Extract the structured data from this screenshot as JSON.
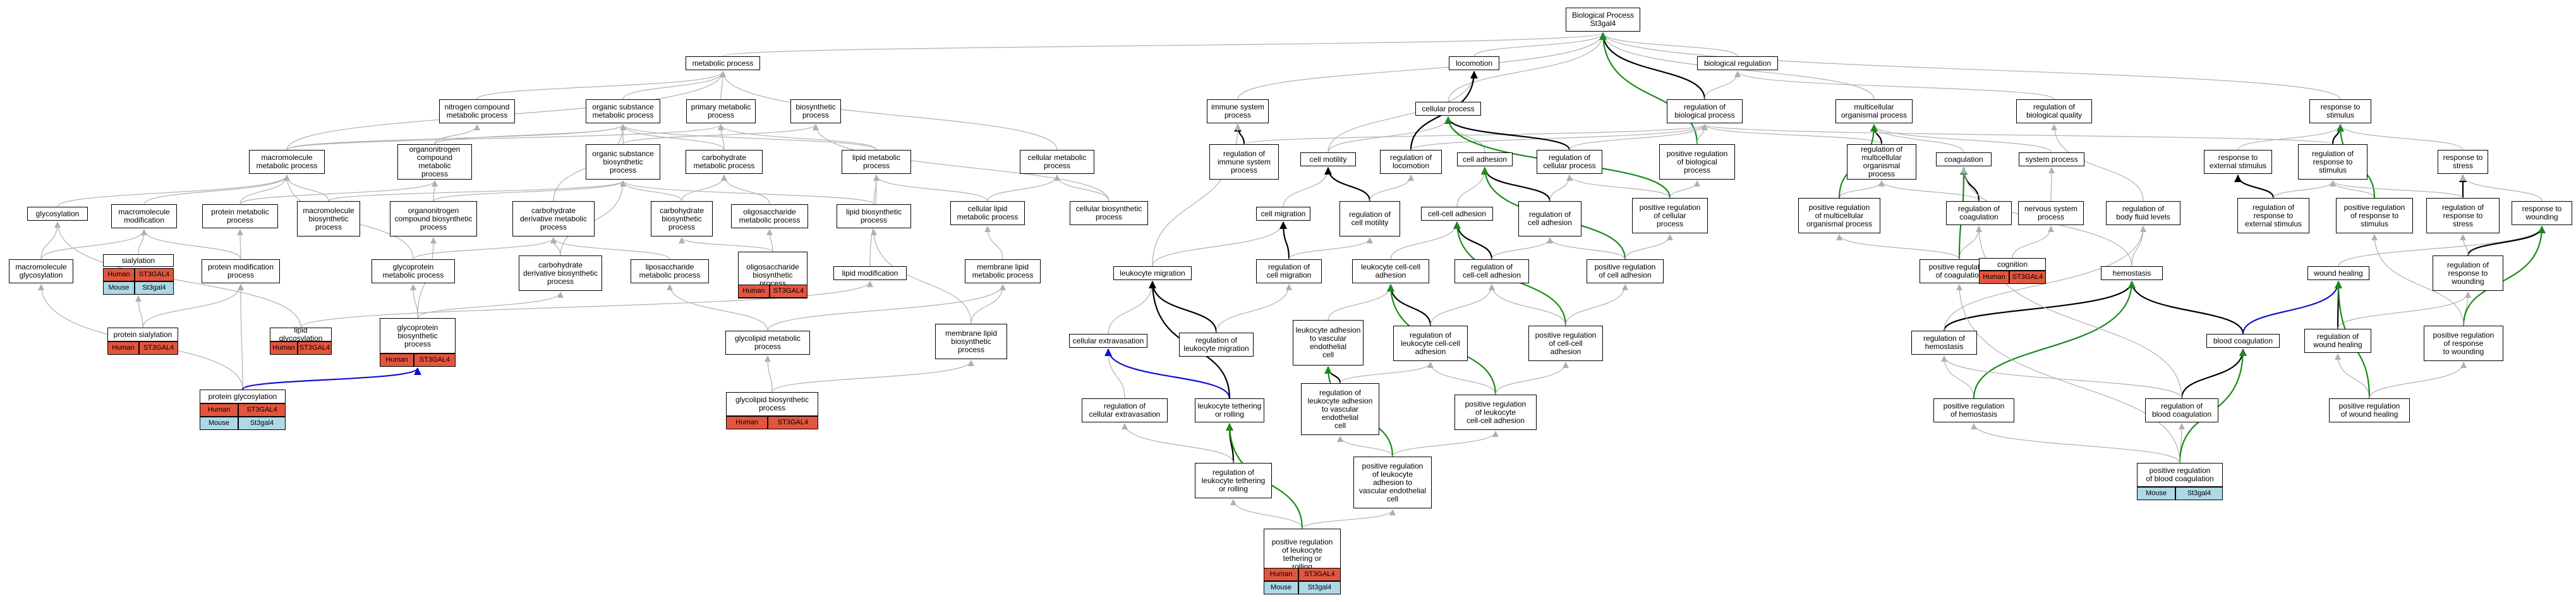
{
  "colors": {
    "human": "#e2553e",
    "mouse": "#add8e6",
    "edge_is_a": "#b0b0b0",
    "edge_part_of": "#000000",
    "edge_pos_reg": "#1a8a1a",
    "edge_neg_reg": "#1010d0",
    "border": "#000000"
  },
  "nodes": {
    "root": "Biological Process\nSt3gal4",
    "metabolic_process": "metabolic process",
    "locomotion": "locomotion",
    "biological_regulation": "biological regulation",
    "nitrogen_compound_mp": "nitrogen compound\nmetabolic process",
    "organic_substance_mp": "organic substance\nmetabolic process",
    "primary_mp": "primary metabolic\nprocess",
    "biosynthetic_process": "biosynthetic\nprocess",
    "immune_system_process": "immune system\nprocess",
    "cellular_process": "cellular process",
    "regulation_bp": "regulation of\nbiological process",
    "multicellular_op": "multicellular\norganismal process",
    "regulation_biological_quality": "regulation of\nbiological quality",
    "response_to_stimulus": "response to\nstimulus",
    "macromolecule_mp": "macromolecule\nmetabolic process",
    "organonitrogen_cmp": "organonitrogen\ncompound metabolic\nprocess",
    "organic_substance_bp": "organic substance\nbiosynthetic\nprocess",
    "carbohydrate_mp": "carbohydrate\nmetabolic process",
    "lipid_mp": "lipid metabolic\nprocess",
    "cellular_mp": "cellular metabolic\nprocess",
    "regulation_immune": "regulation of\nimmune system\nprocess",
    "cell_motility": "cell motility",
    "regulation_locomotion": "regulation of\nlocomotion",
    "cell_adhesion": "cell adhesion",
    "regulation_cellular_process": "regulation of\ncellular process",
    "pos_reg_bp": "positive regulation\nof biological\nprocess",
    "regulation_multicellular": "regulation of\nmulticellular\norganismal process",
    "coagulation": "coagulation",
    "system_process": "system process",
    "response_external": "response to\nexternal stimulus",
    "regulation_response_stimulus": "regulation of\nresponse to\nstimulus",
    "response_stress": "response to\nstress",
    "glycosylation": "glycosylation",
    "macromolecule_modification": "macromolecule\nmodification",
    "protein_mp": "protein metabolic\nprocess",
    "macromolecule_bp": "macromolecule\nbiosynthetic\nprocess",
    "organonitrogen_cbp": "organonitrogen\ncompound biosynthetic\nprocess",
    "carbohydrate_derivative_mp": "carbohydrate\nderivative metabolic\nprocess",
    "carbohydrate_bp": "carbohydrate\nbiosynthetic\nprocess",
    "oligosaccharide_mp": "oligosaccharide\nmetabolic process",
    "lipid_bp": "lipid biosynthetic\nprocess",
    "cellular_lipid_mp": "cellular lipid\nmetabolic process",
    "cellular_bp": "cellular biosynthetic\nprocess",
    "cell_migration": "cell migration",
    "regulation_cell_motility": "regulation of\ncell motility",
    "cell_cell_adhesion": "cell-cell adhesion",
    "regulation_cell_adhesion": "regulation of\ncell adhesion",
    "pos_reg_cellular_process": "positive regulation\nof cellular\nprocess",
    "pos_reg_multicellular": "positive regulation\nof multicellular\norganismal process",
    "regulation_coagulation": "regulation of\ncoagulation",
    "nervous_system_process": "nervous system\nprocess",
    "regulation_body_fluid": "regulation of\nbody fluid levels",
    "regulation_response_external": "regulation of\nresponse to\nexternal stimulus",
    "pos_reg_response_stimulus": "positive regulation\nof response to\nstimulus",
    "regulation_response_stress": "regulation of\nresponse to\nstress",
    "response_wounding": "response to\nwounding",
    "macromolecule_glycosylation": "macromolecule\nglycosylation",
    "sialylation": "sialylation",
    "protein_modification_process": "protein modification\nprocess",
    "glycoprotein_mp": "glycoprotein\nmetabolic process",
    "carbohydrate_derivative_bp": "carbohydrate\nderivative biosynthetic\nprocess",
    "liposaccharide_mp": "liposaccharide\nmetabolic process",
    "oligosaccharide_bp": "oligosaccharide\nbiosynthetic\nprocess",
    "lipid_modification": "lipid modification",
    "membrane_lipid_mp": "membrane lipid\nmetabolic process",
    "leukocyte_migration": "leukocyte migration",
    "regulation_cell_migration": "regulation of\ncell migration",
    "leukocyte_cell_cell_adhesion": "leukocyte cell-cell\nadhesion",
    "regulation_cell_cell_adhesion": "regulation of\ncell-cell adhesion",
    "pos_reg_cell_adhesion": "positive regulation\nof cell adhesion",
    "pos_reg_coagulation": "positive regulation\nof coagulation",
    "cognition": "cognition",
    "hemostasis": "hemostasis",
    "wound_healing": "wound healing",
    "regulation_response_wounding": "regulation of\nresponse to\nwounding",
    "protein_sialylation": "protein sialylation",
    "lipid_glycosylation": "lipid glycosylation",
    "glycoprotein_bp": "glycoprotein\nbiosynthetic\nprocess",
    "glycolipid_mp": "glycolipid metabolic\nprocess",
    "membrane_lipid_bp": "membrane lipid\nbiosynthetic\nprocess",
    "cellular_extravasation": "cellular extravasation",
    "regulation_leukocyte_migration": "regulation of\nleukocyte migration",
    "leukocyte_adhesion_vascular": "leukocyte adhesion\nto vascular\nendothelial\ncell",
    "regulation_leukocyte_cell_cell": "regulation of\nleukocyte cell-cell\nadhesion",
    "pos_reg_cell_cell_adhesion": "positive regulation\nof cell-cell\nadhesion",
    "regulation_hemostasis": "regulation of\nhemostasis",
    "blood_coagulation": "blood coagulation",
    "regulation_wound_healing": "regulation of\nwound healing",
    "pos_reg_response_wounding": "positive regulation\nof response\nto wounding",
    "protein_glycosylation": "protein glycosylation",
    "glycolipid_bp": "glycolipid biosynthetic\nprocess",
    "regulation_cellular_extravasation": "regulation of\ncellular extravasation",
    "leukocyte_tethering": "leukocyte tethering\nor rolling",
    "regulation_leukocyte_adhesion_vascular": "regulation of\nleukocyte adhesion\nto vascular\nendothelial\ncell",
    "pos_reg_leukocyte_cell_cell": "positive regulation\nof leukocyte\ncell-cell adhesion",
    "pos_reg_hemostasis": "positive regulation\nof hemostasis",
    "regulation_blood_coagulation": "regulation of\nblood coagulation",
    "pos_reg_wound_healing": "positive regulation\nof wound healing",
    "regulation_leukocyte_tethering": "regulation of\nleukocyte tethering\nor rolling",
    "pos_reg_leukocyte_adhesion_vascular": "positive regulation\nof leukocyte\nadhesion to\nvascular endothelial\ncell",
    "pos_reg_blood_coagulation": "positive regulation\nof blood coagulation",
    "pos_reg_leukocyte_tethering": "positive regulation\nof leukocyte\ntethering or\nrolling"
  },
  "annotations": {
    "human_label": "Human",
    "mouse_label": "Mouse",
    "human_gene": "ST3GAL4",
    "mouse_gene": "St3gal4"
  }
}
